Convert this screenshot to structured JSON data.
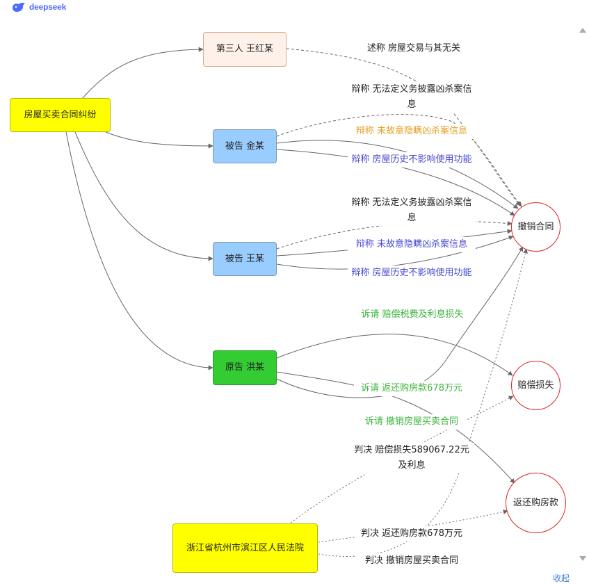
{
  "brand": {
    "name": "deepseek",
    "logo_icon": "whale-icon",
    "color": "#4d6bfe"
  },
  "nodes": {
    "case": "房屋买卖合同纠纷",
    "third_party": "第三人 王红某",
    "defendant_jin": "被告 金某",
    "defendant_wang": "被告 王某",
    "plaintiff": "原告 洪某",
    "court": "浙江省杭州市滨江区人民法院",
    "outcome_revoke": "撤销合同",
    "outcome_compensation": "赔偿损失",
    "outcome_refund": "返还购房款"
  },
  "edge_labels": {
    "third_statement": "述称 房屋交易与其无关",
    "jin_no_duty": "辩称 无法定义务披露凶杀案信息",
    "jin_no_intent": "辩称 未故意隐瞒凶杀案信息",
    "jin_no_effect": "辩称 房屋历史不影响使用功能",
    "wang_no_duty": "辩称 无法定义务披露凶杀案信息",
    "wang_no_intent": "辩称 未故意隐瞒凶杀案信息",
    "wang_no_effect": "辩称 房屋历史不影响使用功能",
    "claim_compensation": "诉请 赔偿税费及利息损失",
    "claim_refund": "诉请 返还购房款678万元",
    "claim_revoke": "诉请 撤销房屋买卖合同",
    "judgment_compensation": "判决 赔偿损失589067.22元及利息",
    "judgment_refund": "判决 返还购房款678万元",
    "judgment_revoke": "判决 撤销房屋买卖合同"
  },
  "label_colors": {
    "black": "#222222",
    "orange": "#e6a020",
    "blue": "#4a4ad0",
    "green": "#3cb43c"
  },
  "ui": {
    "collapse_label": "收起"
  }
}
